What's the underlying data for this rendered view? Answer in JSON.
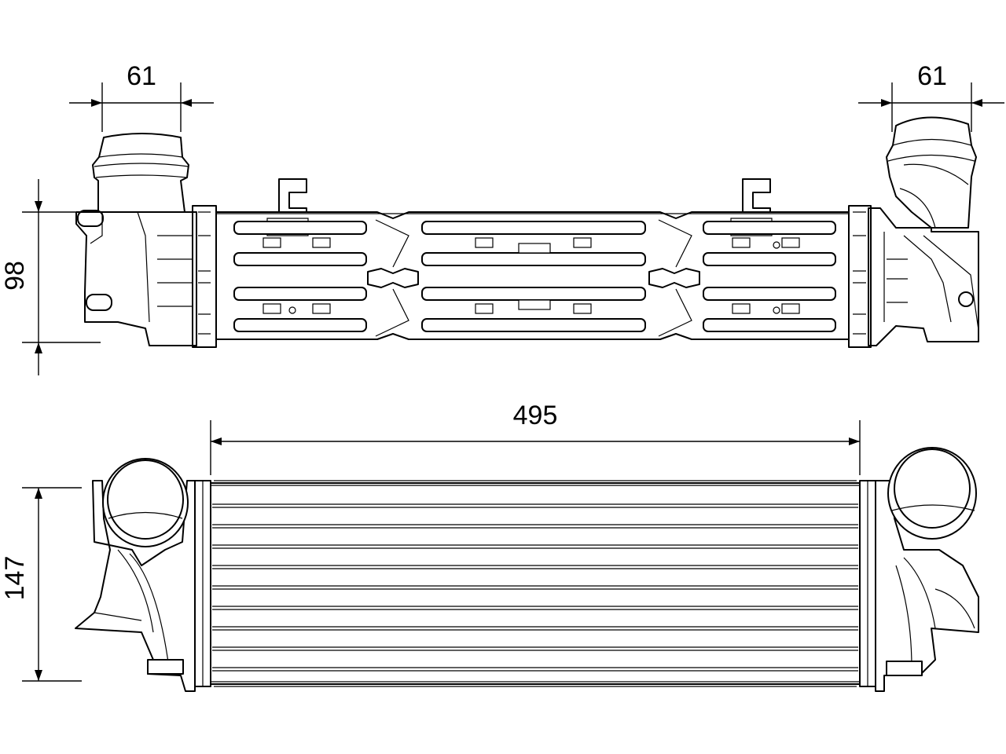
{
  "drawing": {
    "dimensions": {
      "left_pipe_width": "61",
      "right_pipe_width": "61",
      "core_depth": "98",
      "core_length": "495",
      "overall_height": "147"
    }
  }
}
